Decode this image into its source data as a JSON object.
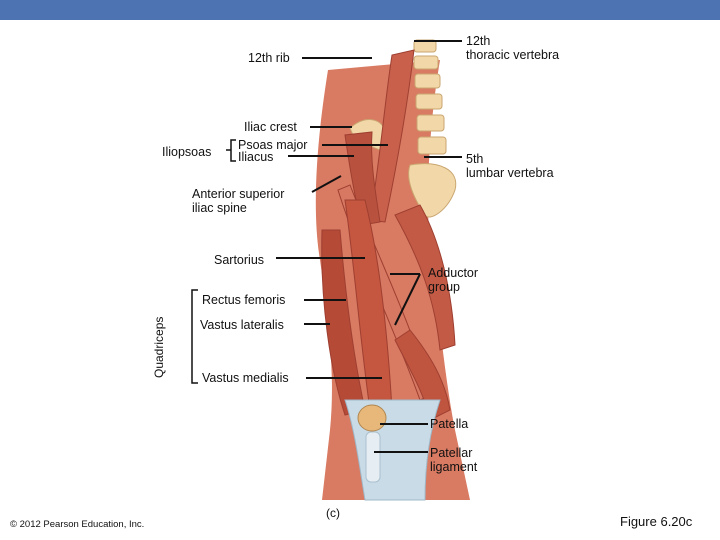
{
  "colors": {
    "topbar": "#4d73b3",
    "muscle": "#c8604c",
    "muscle_dark": "#9e3f31",
    "bone": "#f2d8a8",
    "tendon": "#c9dbe6"
  },
  "labels": {
    "rib12": "12th rib",
    "thoracic12": [
      "12th",
      "thoracic vertebra"
    ],
    "iliac_crest": "Iliac crest",
    "psoas_major": "Psoas major",
    "iliacus": "Iliacus",
    "iliopsoas": "Iliopsoas",
    "lumbar5": [
      "5th",
      "lumbar vertebra"
    ],
    "asis": [
      "Anterior superior",
      "iliac spine"
    ],
    "sartorius": "Sartorius",
    "adductor": [
      "Adductor",
      "group"
    ],
    "rectus_femoris": "Rectus femoris",
    "vastus_lateralis": "Vastus lateralis",
    "vastus_medialis": "Vastus medialis",
    "quadriceps": "Quadriceps",
    "patella": "Patella",
    "patellar_ligament": [
      "Patellar",
      "ligament"
    ]
  },
  "footer": {
    "copyright": "© 2012 Pearson Education, Inc.",
    "panel": "(c)",
    "figure": "Figure 6.20c"
  }
}
